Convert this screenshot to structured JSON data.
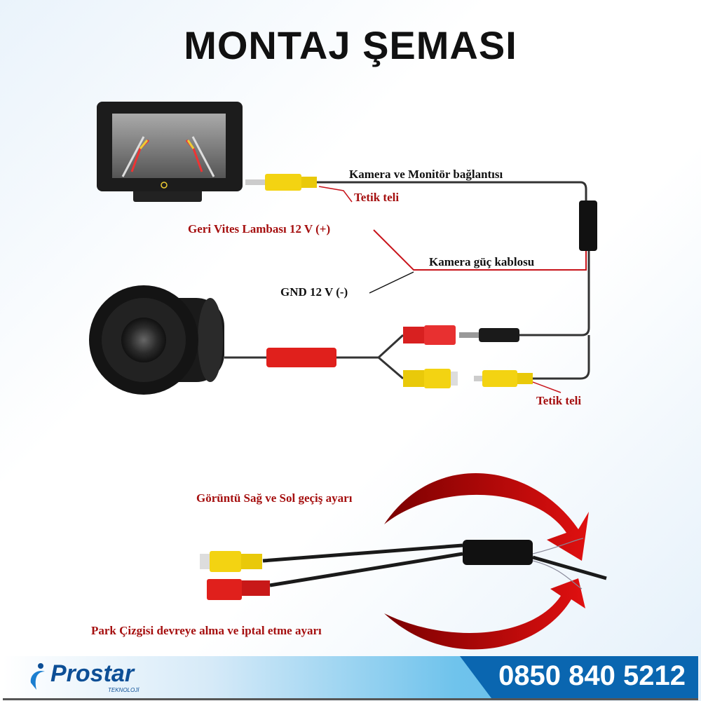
{
  "title": "MONTAJ ŞEMASI",
  "labels": {
    "connection": "Kamera ve Monitör bağlantısı",
    "trigger_top": "Tetik teli",
    "reverse_light": "Geri Vites Lambası 12 V (+)",
    "power_cable": "Kamera güç kablosu",
    "gnd": "GND 12 V (-)",
    "trigger_bottom": "Tetik teli",
    "mirror_setting": "Görüntü Sağ ve Sol geçiş ayarı",
    "parking_lines_setting": "Park Çizgisi devreye alma ve iptal etme ayarı"
  },
  "footer": {
    "brand": "Prostar",
    "brand_sub": "TEKNOLOJİ",
    "phone": "0850 840 5212"
  },
  "colors": {
    "wire_red": "#c8141b",
    "label_red": "#a50f0f",
    "rca_yellow": "#f3d312",
    "phone_bg": "#0a66b0"
  }
}
